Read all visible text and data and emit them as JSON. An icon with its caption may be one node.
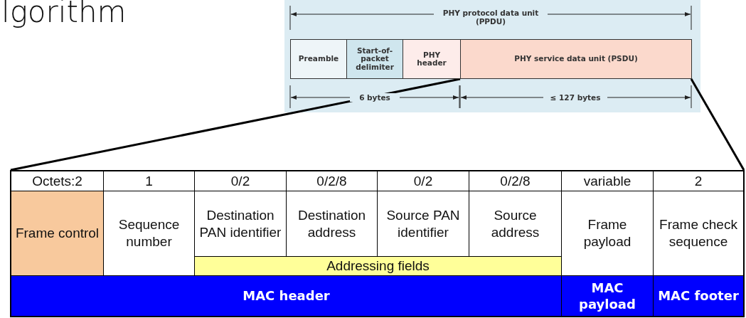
{
  "diagram": {
    "nodes": [
      {
        "text": [
          "Preamble"
        ]
      },
      {
        "text": [
          "Start-of-packet delimiter"
        ]
      },
      {
        "text": [
          "PHY header"
        ]
      },
      {
        "text": [
          "PHY service data unit (PSDU)"
        ]
      },
      {
        "text": [],
        "shape": "box"
      }
    ],
    "edges": [
      {
        "from": 3,
        "to": 4,
        "arrow": "none"
      },
      {
        "from": 3,
        "to": 4,
        "arrow": "none"
      }
    ],
    "labels": [
      "lgorithm",
      "PHY protocol data unit (PPDU)",
      "6 bytes",
      "≤ 127 bytes",
      "Octets:2",
      "1",
      "0/2",
      "0/2/8",
      "0/2",
      "0/2/8",
      "variable",
      "2",
      "Frame control",
      "Sequence number",
      "Destination PAN identifier",
      "Destination address",
      "Source PAN identifier",
      "Source address",
      "Frame payload",
      "Frame check sequence",
      "Addressing fields",
      "MAC header",
      "MAC payload",
      "MAC footer"
    ]
  }
}
